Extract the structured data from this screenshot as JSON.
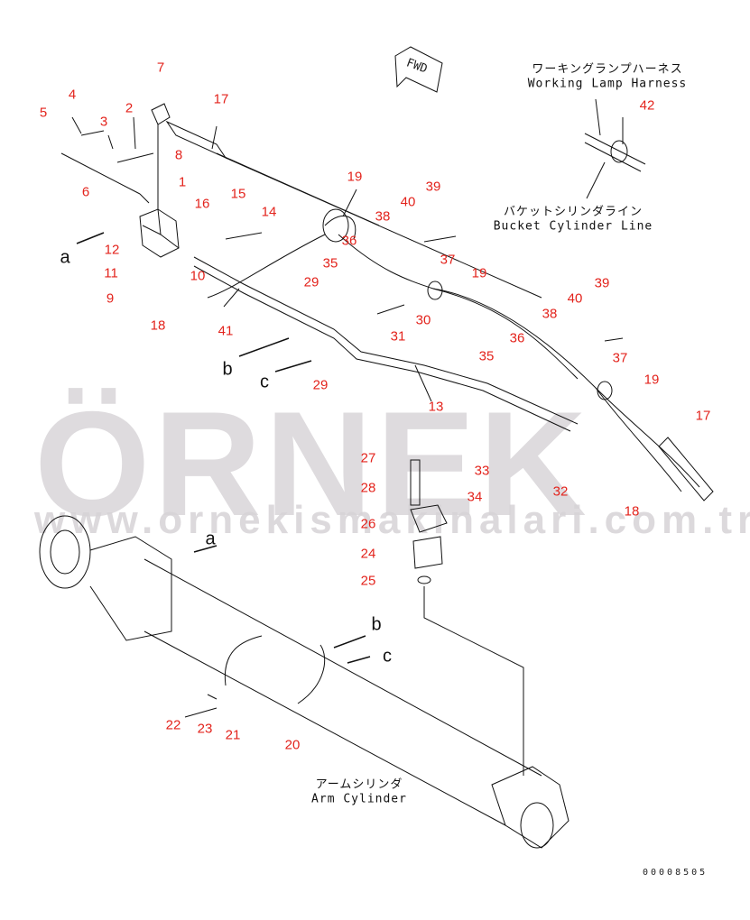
{
  "watermark": {
    "brand": "ÖRNEK",
    "url": "www.ornekismakinalari.com.tr"
  },
  "fwd_label": "FWD",
  "captions": {
    "working_lamp_jp": "ワーキングランプハーネス",
    "working_lamp_en": "Working Lamp Harness",
    "bucket_line_jp": "バケットシリンダライン",
    "bucket_line_en": "Bucket Cylinder Line",
    "arm_cyl_jp": "アームシリンダ",
    "arm_cyl_en": "Arm Cylinder"
  },
  "drawing_number": "00008505",
  "labels": [
    "5",
    "4",
    "3",
    "2",
    "7",
    "17",
    "8",
    "1",
    "6",
    "16",
    "15",
    "14",
    "12",
    "11",
    "10",
    "9",
    "18",
    "41",
    "19",
    "38",
    "40",
    "39",
    "36",
    "35",
    "37",
    "29",
    "30",
    "31",
    "19",
    "40",
    "39",
    "38",
    "36",
    "35",
    "37",
    "19",
    "13",
    "29",
    "17",
    "27",
    "33",
    "28",
    "34",
    "32",
    "26",
    "18",
    "24",
    "25",
    "a",
    "b",
    "c",
    "a",
    "b",
    "c",
    "22",
    "23",
    "21",
    "20",
    "42"
  ],
  "colors": {
    "label": "#e3231c",
    "line": "#111111",
    "watermark": "#d6d3d6"
  }
}
